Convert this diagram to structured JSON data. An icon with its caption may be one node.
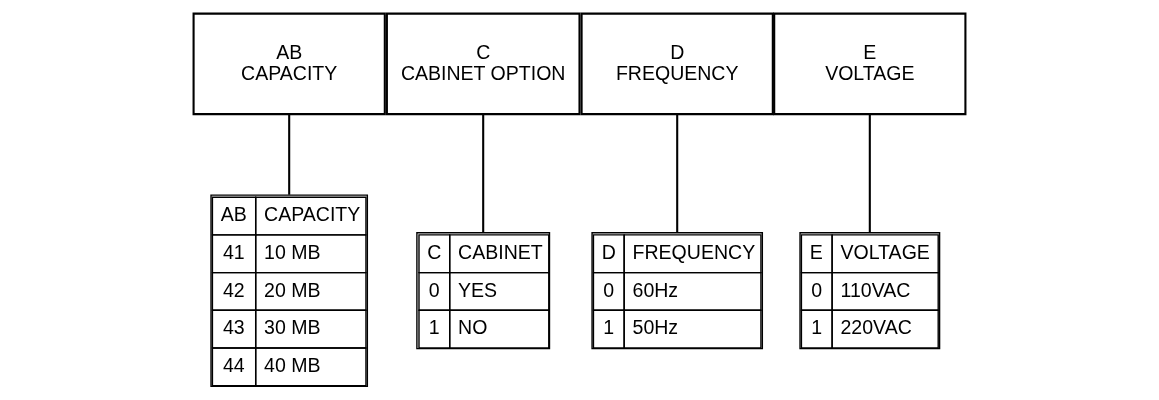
{
  "diagram": {
    "nodes": [
      {
        "text": [
          "AB",
          "CAPACITY"
        ]
      },
      {
        "text": [
          "C",
          "CABINET OPTION"
        ]
      },
      {
        "text": [
          "D",
          "FREQUENCY"
        ]
      },
      {
        "text": [
          "E",
          "VOLTAGE"
        ]
      },
      {
        "text": [
          "AB",
          "CAPACITY",
          "41",
          "10 MB",
          "42",
          "20 MB",
          "43",
          "30 MB",
          "44",
          "40 MB"
        ]
      },
      {
        "text": [
          "C",
          "CABINET",
          "0",
          "YES",
          "1",
          "NO"
        ]
      },
      {
        "text": [
          "D",
          "FREQUENCY",
          "0",
          "60Hz",
          "1",
          "50Hz"
        ]
      },
      {
        "text": [
          "E",
          "VOLTAGE",
          "0",
          "110VAC",
          "1",
          "220VAC"
        ]
      }
    ],
    "edges": [
      {
        "from": 0,
        "to": 4,
        "arrow": "none"
      },
      {
        "from": 1,
        "to": 5,
        "arrow": "none"
      },
      {
        "from": 2,
        "to": 6,
        "arrow": "none"
      },
      {
        "from": 3,
        "to": 7,
        "arrow": "none"
      }
    ]
  }
}
